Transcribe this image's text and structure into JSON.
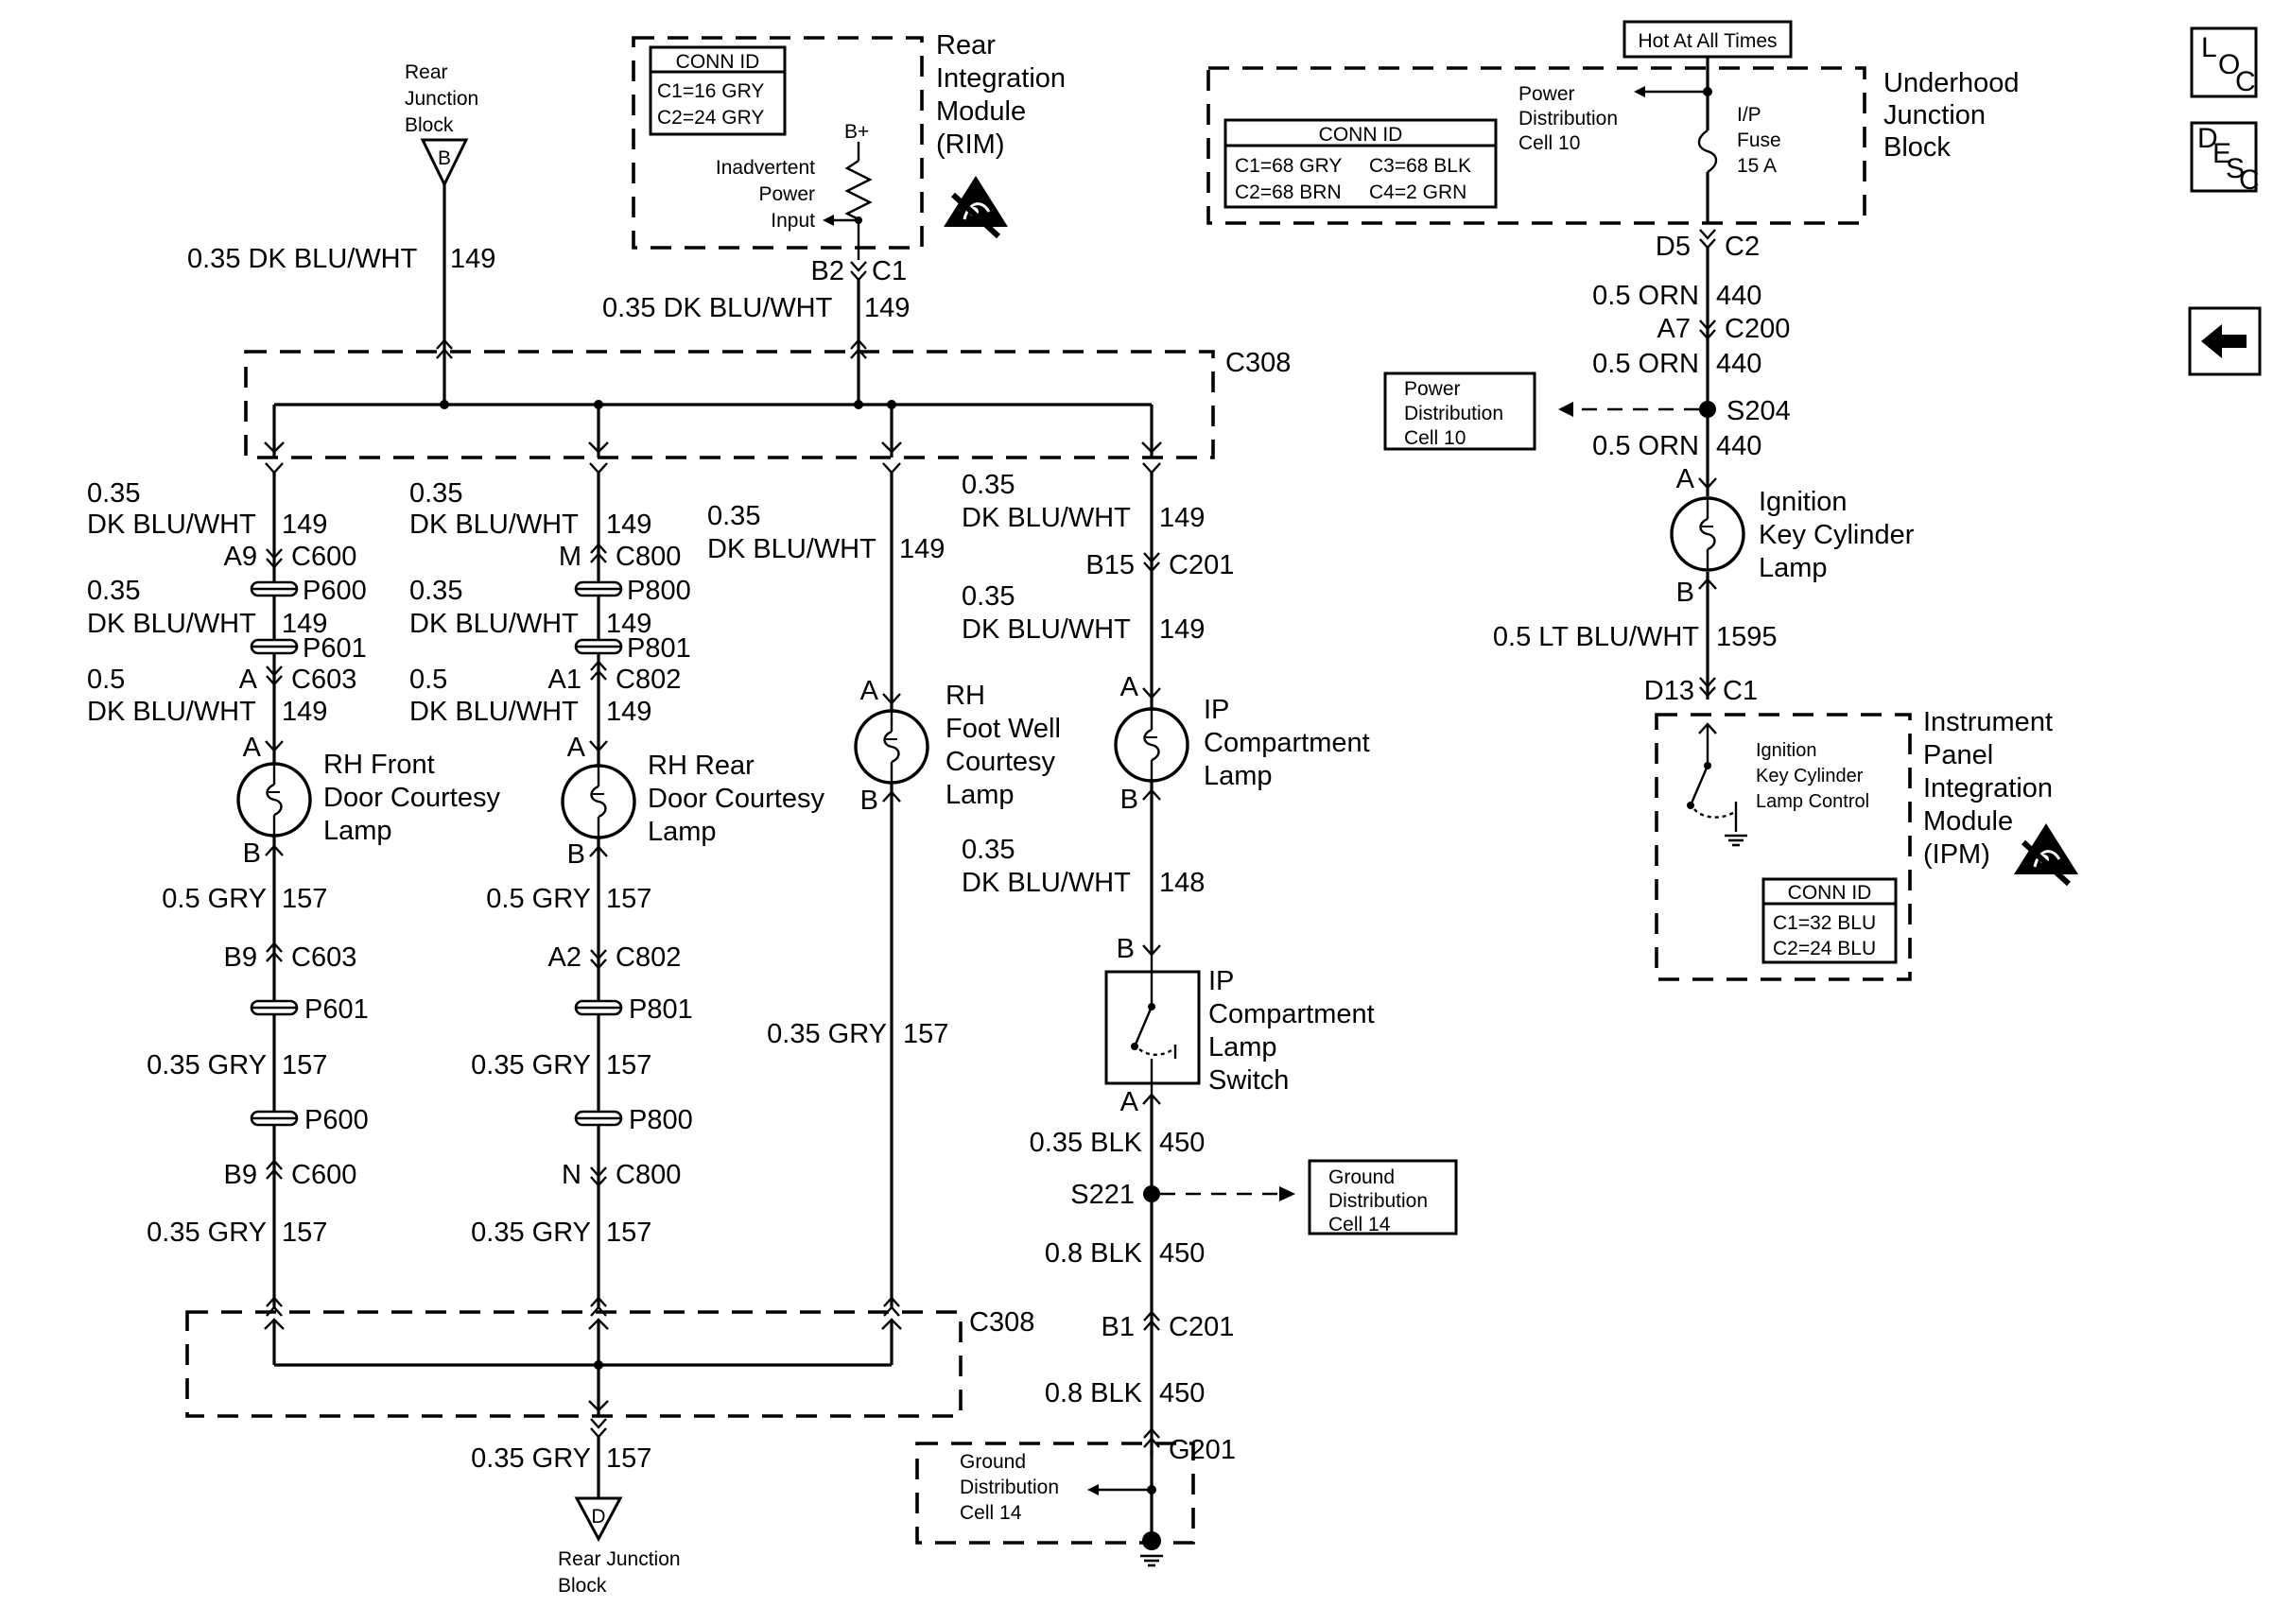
{
  "rear_junction_block_top": {
    "line1": "Rear",
    "line2": "Junction",
    "line3": "Block",
    "pin": "B"
  },
  "rear_junction_block_bottom": {
    "line1": "Rear Junction",
    "line2": "Block",
    "pin": "D"
  },
  "rim": {
    "title1": "Rear",
    "title2": "Integration",
    "title3": "Module",
    "title4": "(RIM)",
    "conn_header": "CONN ID",
    "conn_c1": "C1=16 GRY",
    "conn_c2": "C2=24 GRY",
    "bplus": "B+",
    "input1": "Inadvertent",
    "input2": "Power",
    "input3": "Input",
    "pin_left": "B2",
    "pin_right": "C1"
  },
  "wires": {
    "w_top_left_label": "0.35 DK BLU/WHT",
    "w_top_left_num": "149",
    "w_rim_label": "0.35 DK BLU/WHT",
    "w_rim_num": "149",
    "b1_w1a": "0.35",
    "b1_w1b": "DK BLU/WHT",
    "b1_w1n": "149",
    "b1_w2a": "0.35",
    "b1_w2b": "DK BLU/WHT",
    "b1_w2n": "149",
    "b1_w3a": "0.5",
    "b1_w3b": "DK BLU/WHT",
    "b1_w3n": "149",
    "b1_g1": "0.5 GRY",
    "b1_g1n": "157",
    "b1_g2": "0.35 GRY",
    "b1_g2n": "157",
    "b1_g3": "0.35 GRY",
    "b1_g3n": "157",
    "b2_w1a": "0.35",
    "b2_w1b": "DK BLU/WHT",
    "b2_w1n": "149",
    "b2_w2a": "0.35",
    "b2_w2b": "DK BLU/WHT",
    "b2_w2n": "149",
    "b2_w3a": "0.5",
    "b2_w3b": "DK BLU/WHT",
    "b2_w3n": "149",
    "b2_g1": "0.5 GRY",
    "b2_g1n": "157",
    "b2_g2": "0.35 GRY",
    "b2_g2n": "157",
    "b2_g3": "0.35 GRY",
    "b2_g3n": "157",
    "b3_w1a": "0.35",
    "b3_w1b": "DK BLU/WHT",
    "b3_w1n": "149",
    "b3_g1": "0.35 GRY",
    "b3_g1n": "157",
    "b4_w1a": "0.35",
    "b4_w1b": "DK BLU/WHT",
    "b4_w1n": "149",
    "b4_w2a": "0.35",
    "b4_w2b": "DK BLU/WHT",
    "b4_w2n": "149",
    "b4_w3a": "0.35",
    "b4_w3b": "DK BLU/WHT",
    "b4_w3n": "148",
    "b4_k1": "0.35 BLK",
    "b4_k1n": "450",
    "b4_k2": "0.8 BLK",
    "b4_k2n": "450",
    "b4_k3": "0.8 BLK",
    "b4_k3n": "450",
    "bottom_gry": "0.35 GRY",
    "bottom_gry_n": "157",
    "r_o1": "0.5 ORN",
    "r_o1n": "440",
    "r_o2": "0.5 ORN",
    "r_o2n": "440",
    "r_o3": "0.5 ORN",
    "r_o3n": "440",
    "r_lb": "0.5 LT BLU/WHT",
    "r_lbn": "1595"
  },
  "connectors": {
    "c308_top": "C308",
    "c308_bottom": "C308",
    "b1_c600_pin": "A9",
    "b1_c600": "C600",
    "b1_p600": "P600",
    "b1_p601": "P601",
    "b1_c603_pin": "A",
    "b1_c603": "C603",
    "b1_c603b_pin": "B9",
    "b1_c603b": "C603",
    "b1_p601b": "P601",
    "b1_p600b": "P600",
    "b1_c600b_pin": "B9",
    "b1_c600b": "C600",
    "b2_c800_pin": "M",
    "b2_c800": "C800",
    "b2_p800": "P800",
    "b2_p801": "P801",
    "b2_c802_pin": "A1",
    "b2_c802": "C802",
    "b2_c802b_pin": "A2",
    "b2_c802b": "C802",
    "b2_p801b": "P801",
    "b2_p800b": "P800",
    "b2_c800b_pin": "N",
    "b2_c800b": "C800",
    "b4_c201_pin": "B15",
    "b4_c201": "C201",
    "b4_c201b_pin": "B1",
    "b4_c201b": "C201",
    "g201": "G201",
    "s221": "S221",
    "s204": "S204",
    "r_d5": "D5",
    "r_c2": "C2",
    "r_a7": "A7",
    "r_c200": "C200",
    "r_d13": "D13",
    "r_c1": "C1"
  },
  "lamps": {
    "rh_front": {
      "l1": "RH Front",
      "l2": "Door Courtesy",
      "l3": "Lamp",
      "pa": "A",
      "pb": "B"
    },
    "rh_rear": {
      "l1": "RH Rear",
      "l2": "Door Courtesy",
      "l3": "Lamp",
      "pa": "A",
      "pb": "B"
    },
    "rh_foot": {
      "l1": "RH",
      "l2": "Foot Well",
      "l3": "Courtesy",
      "l4": "Lamp",
      "pa": "A",
      "pb": "B"
    },
    "ip_comp": {
      "l1": "IP",
      "l2": "Compartment",
      "l3": "Lamp",
      "pa": "A",
      "pb": "B"
    },
    "ign_key": {
      "l1": "Ignition",
      "l2": "Key Cylinder",
      "l3": "Lamp",
      "pa": "A",
      "pb": "B"
    }
  },
  "ip_switch": {
    "l1": "IP",
    "l2": "Compartment",
    "l3": "Lamp",
    "l4": "Switch",
    "pa": "A",
    "pb": "B"
  },
  "ground_cell_s221": {
    "l1": "Ground",
    "l2": "Distribution",
    "l3": "Cell 14"
  },
  "ground_cell_g201": {
    "l1": "Ground",
    "l2": "Distribution",
    "l3": "Cell 14"
  },
  "power_cell_s204": {
    "l1": "Power",
    "l2": "Distribution",
    "l3": "Cell 10"
  },
  "ujb": {
    "hot": "Hot At All Times",
    "title1": "Underhood",
    "title2": "Junction",
    "title3": "Block",
    "pdc1": "Power",
    "pdc2": "Distribution",
    "pdc3": "Cell 10",
    "fuse1": "I/P",
    "fuse2": "Fuse",
    "fuse3": "15 A",
    "conn_header": "CONN ID",
    "c1": "C1=68 GRY",
    "c3": "C3=68 BLK",
    "c2": "C2=68 BRN",
    "c4": "C4=2 GRN"
  },
  "ipm": {
    "title1": "Instrument",
    "title2": "Panel",
    "title3": "Integration",
    "title4": "Module",
    "title5": "(IPM)",
    "ctl1": "Ignition",
    "ctl2": "Key Cylinder",
    "ctl3": "Lamp Control",
    "conn_header": "CONN ID",
    "c1": "C1=32 BLU",
    "c2": "C2=24 BLU"
  },
  "nav": {
    "loc_l": "L",
    "loc_o": "O",
    "loc_c": "C",
    "desc_d": "D",
    "desc_e": "E",
    "desc_s": "S",
    "desc_c": "C",
    "back_icon": "left-arrow-icon"
  }
}
